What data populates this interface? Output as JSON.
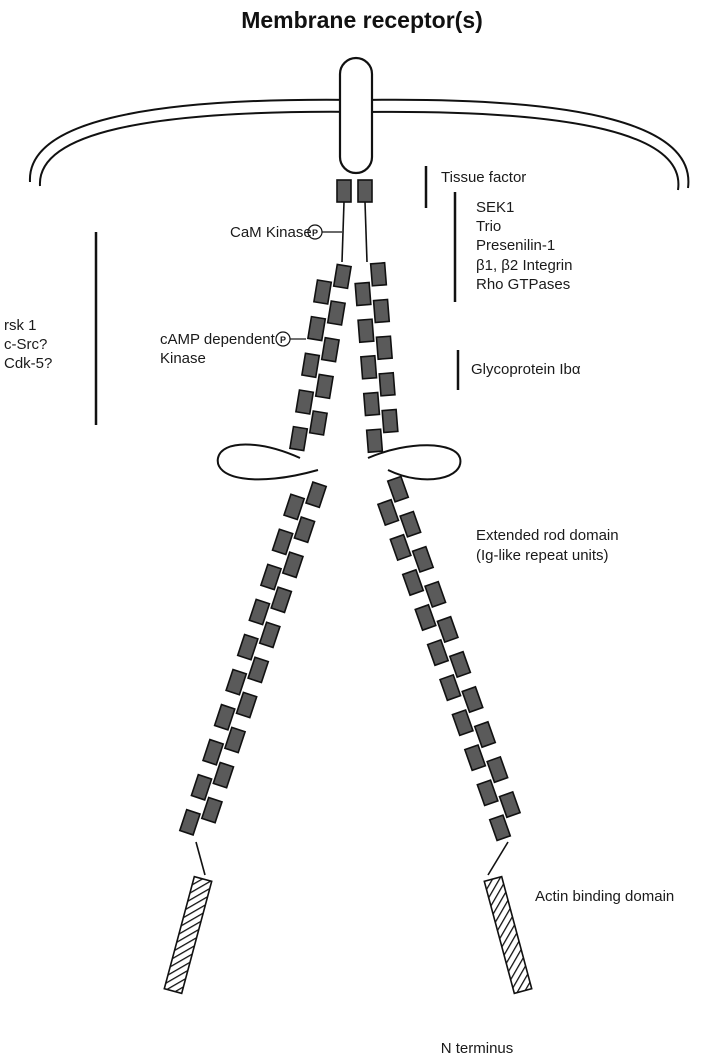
{
  "title": "Membrane receptor(s)",
  "labels": {
    "tissue_factor": "Tissue factor",
    "cam_kinase": "CaM Kinase",
    "binding_group": [
      "SEK1",
      "Trio",
      "Presenilin-1",
      "β1, β2 Integrin",
      "Rho GTPases"
    ],
    "kinase_group": [
      "rsk 1",
      "c-Src?",
      "Cdk-5?"
    ],
    "camp_kinase": [
      "cAMP dependent",
      "Kinase"
    ],
    "glycoprotein": "Glycoprotein Ibα",
    "rod_domain": [
      "Extended rod domain",
      "(Ig-like repeat units)"
    ],
    "actin_domain": "Actin binding domain",
    "n_terminus": "N terminus",
    "phospho_symbol": "P"
  },
  "colors": {
    "repeat_fill": "#5a5a5a",
    "outline": "#111111"
  }
}
